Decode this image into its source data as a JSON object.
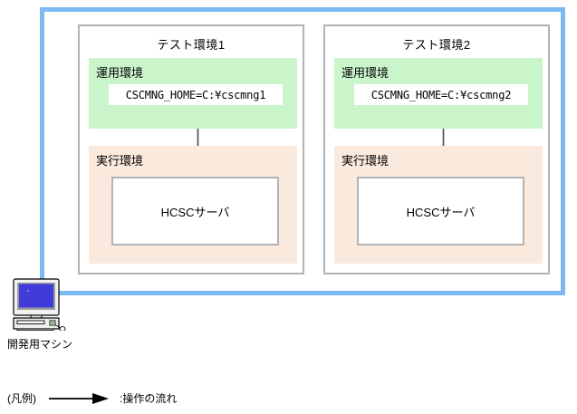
{
  "diagram": {
    "frame": {
      "name": "test-environment-group",
      "border_color": "#7db9f2"
    },
    "environments": [
      {
        "title": "テスト環境1",
        "operation_env": {
          "label": "運用環境",
          "bg_color": "#caf5ca",
          "env_var": "CSCMNG_HOME=C:¥cscmng1"
        },
        "execution_env": {
          "label": "実行環境",
          "bg_color": "#faeade",
          "server": "HCSCサーバ"
        }
      },
      {
        "title": "テスト環境2",
        "operation_env": {
          "label": "運用環境",
          "bg_color": "#caf5ca",
          "env_var": "CSCMNG_HOME=C:¥cscmng2"
        },
        "execution_env": {
          "label": "実行環境",
          "bg_color": "#faeade",
          "server": "HCSCサーバ"
        }
      }
    ],
    "dev_machine": {
      "label": "開発用マシン",
      "icon": "desktop-computer-icon",
      "screen_color": "#3b34d6"
    },
    "legend": {
      "label": "(凡例)",
      "arrow_icon": "right-arrow-icon",
      "description": ":操作の流れ"
    }
  }
}
